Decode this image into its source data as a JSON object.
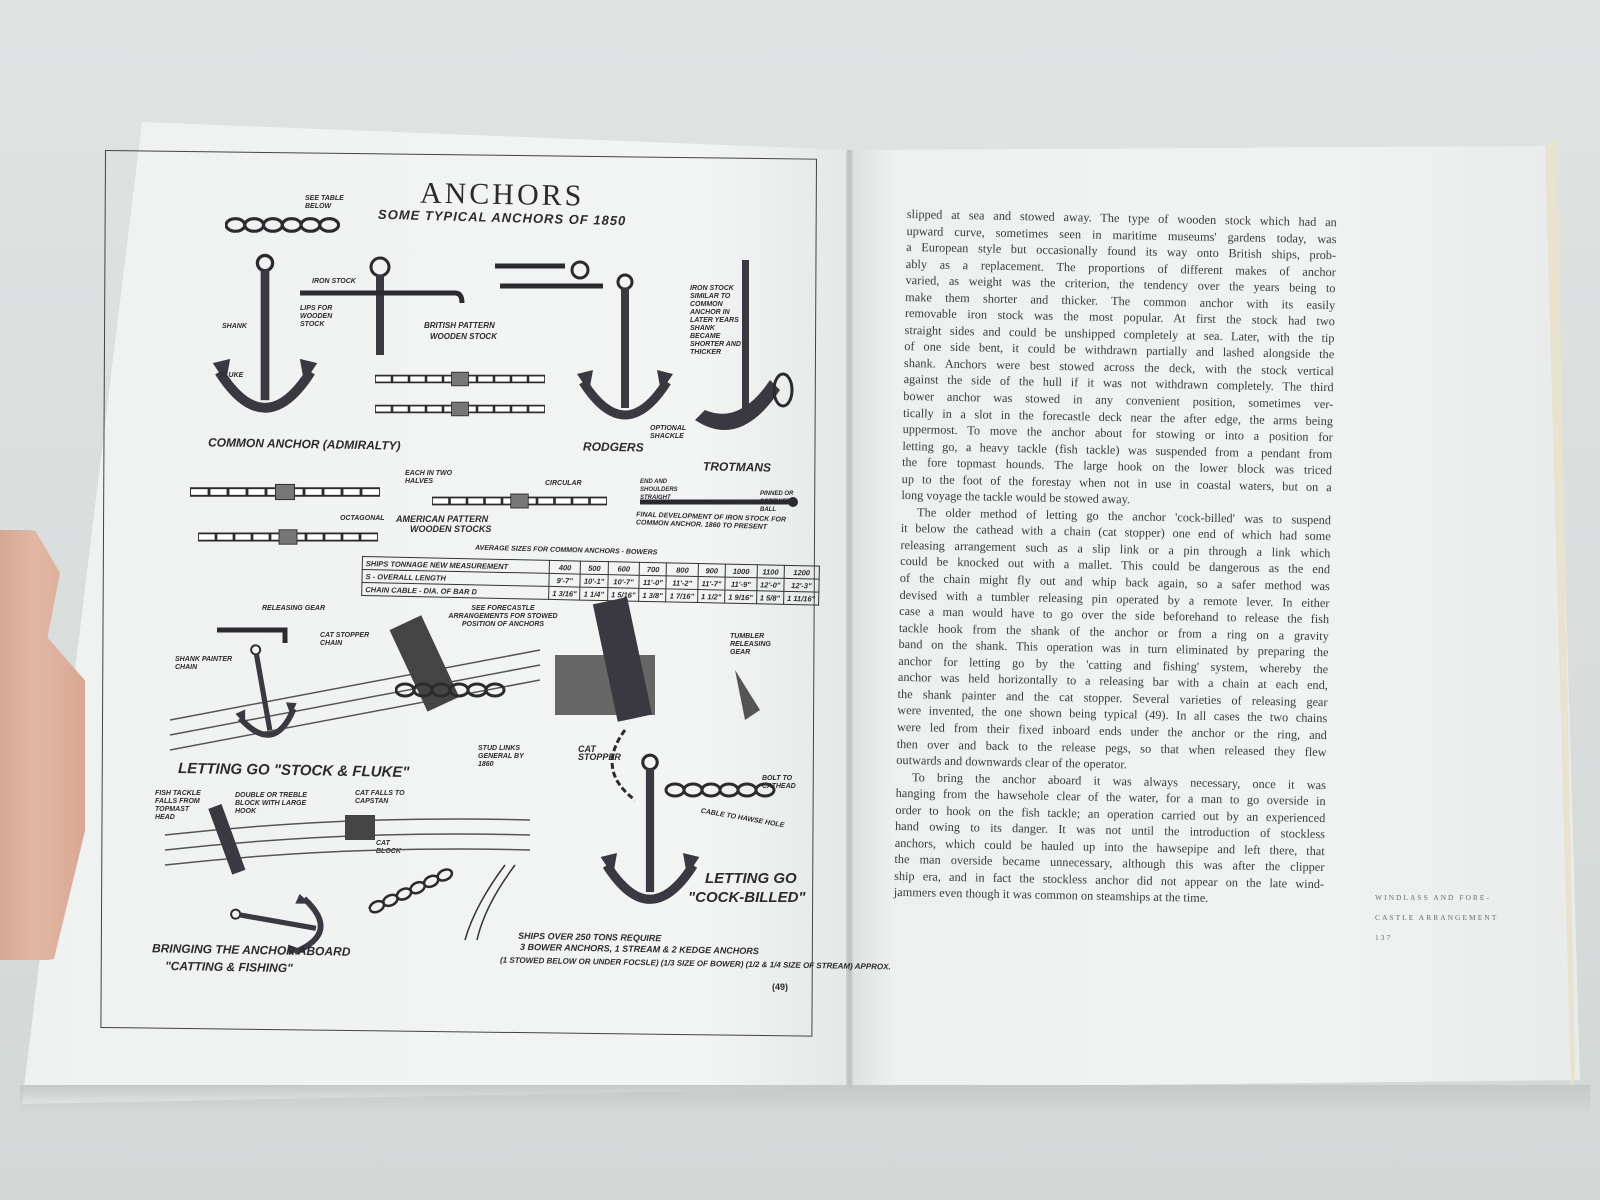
{
  "left_page": {
    "title": "ANCHORS",
    "subtitle": "SOME TYPICAL ANCHORS OF 1850",
    "labels": {
      "see_table": "SEE TABLE BELOW",
      "common_anchor": "COMMON ANCHOR (ADMIRALTY)",
      "iron_stock": "IRON STOCK",
      "lips": "LIPS FOR WOODEN STOCK",
      "shank": "SHANK",
      "fluke": "FLUKE",
      "british_pattern": "BRITISH PATTERN",
      "wooden_stock": "WOODEN STOCK",
      "rodgers": "RODGERS",
      "optional_shackle": "OPTIONAL SHACKLE",
      "trotmans": "TROTMANS",
      "trotman_note": "IRON STOCK SIMILAR TO COMMON ANCHOR IN LATER YEARS SHANK BECAME SHORTER AND THICKER",
      "each_in_two_halves": "EACH IN TWO HALVES",
      "circular": "CIRCULAR",
      "octagonal": "OCTAGONAL",
      "american_pattern": "AMERICAN PATTERN",
      "wooden_stocks": "WOODEN STOCKS",
      "final_development": "FINAL DEVELOPMENT OF IRON STOCK FOR COMMON ANCHOR. 1860 TO PRESENT",
      "ends_straight": "END AND SHOULDERS STRAIGHT",
      "pinned_ball": "PINNED OR SCREWED BALL",
      "releasing_gear": "RELEASING GEAR",
      "see_forecastle": "SEE FORECASTLE ARRANGEMENTS FOR STOWED POSITION OF ANCHORS",
      "cat_stopper_chain": "CAT STOPPER CHAIN",
      "shank_painter": "SHANK PAINTER CHAIN",
      "stud_links": "STUD LINKS GENERAL BY 1860",
      "letting_go_stock": "LETTING GO \"STOCK & FLUKE\"",
      "cat_stopper": "CAT STOPPER",
      "tumbler": "TUMBLER RELEASING GEAR",
      "bolt_cathead": "BOLT TO CATHEAD",
      "cable_hawse": "CABLE TO HAWSE HOLE",
      "letting_go_cock_1": "LETTING GO",
      "letting_go_cock_2": "\"COCK-BILLED\"",
      "fish_tackle": "FISH TACKLE FALLS FROM TOPMAST HEAD",
      "double_block": "DOUBLE OR TREBLE BLOCK WITH LARGE HOOK",
      "cat_falls": "CAT FALLS TO CAPSTAN",
      "cat_block": "CAT BLOCK",
      "bringing_1": "BRINGING THE ANCHOR ABOARD",
      "bringing_2": "\"CATTING & FISHING\"",
      "ships_note_1": "SHIPS OVER 250 TONS REQUIRE",
      "ships_note_2": "3 BOWER ANCHORS, 1 STREAM & 2 KEDGE ANCHORS",
      "ships_note_3": "(1 Stowed below or under Focsle) (1/3 size of Bower) (1/2 & 1/4 size of Stream) Approx.",
      "figure_number": "(49)"
    },
    "table": {
      "caption": "AVERAGE SIZES FOR COMMON ANCHORS - BOWERS",
      "rows": [
        {
          "label": "SHIPS TONNAGE NEW MEASUREMENT",
          "values": [
            "400",
            "500",
            "600",
            "700",
            "800",
            "900",
            "1000",
            "1100",
            "1200"
          ]
        },
        {
          "label": "S - OVERALL LENGTH",
          "values": [
            "9'-7\"",
            "10'-1\"",
            "10'-7\"",
            "11'-0\"",
            "11'-2\"",
            "11'-7\"",
            "11'-9\"",
            "12'-0\"",
            "12'-3\""
          ]
        },
        {
          "label": "CHAIN CABLE - DIA. OF BAR D",
          "values": [
            "1 3/16\"",
            "1 1/4\"",
            "1 5/16\"",
            "1 3/8\"",
            "1 7/16\"",
            "1 1/2\"",
            "1 9/16\"",
            "1 5/8\"",
            "1 11/16\""
          ]
        }
      ]
    }
  },
  "right_page": {
    "paragraphs": [
      [
        "slipped at sea and stowed away. The type of wooden stock which had an",
        "upward curve, sometimes seen in maritime museums' gardens today, was",
        "a European style but occasionally found its way onto British ships, prob-",
        "ably as a replacement. The proportions of different makes of anchor",
        "varied, as weight was the criterion, the tendency over the years being to",
        "make them shorter and thicker. The common anchor with its easily",
        "removable iron stock was the most popular. At first the stock had two",
        "straight sides and could be unshipped completely at sea. Later, with the tip",
        "of one side bent, it could be withdrawn partially and lashed alongside the",
        "shank. Anchors were best stowed across the deck, with the stock vertical",
        "against the side of the hull if it was not withdrawn completely. The third",
        "bower anchor was stowed in any convenient position, sometimes ver-",
        "tically in a slot in the forecastle deck near the after edge, the arms being",
        "uppermost. To move the anchor about for stowing or into a position for",
        "letting go, a heavy tackle (fish tackle) was suspended from a pendant from",
        "the fore topmast hounds. The large hook on the lower block was triced",
        "up to the foot of the forestay when not in use in coastal waters, but on a",
        "long voyage the tackle would be stowed away."
      ],
      [
        "The older method of letting go the anchor 'cock-billed' was to suspend",
        "it below the cathead with a chain (cat stopper) one end of which had some",
        "releasing arrangement such as a slip link or a pin through a link which",
        "could be knocked out with a mallet. This could be dangerous as the end",
        "of the chain might fly out and whip back again, so a safer method was",
        "devised with a tumbler releasing pin operated by a remote lever. In either",
        "case a man would have to go over the side beforehand to release the fish",
        "tackle hook from the shank of the anchor or from a ring on a gravity",
        "band on the shank. This operation was in turn eliminated by preparing the",
        "anchor for letting go by the 'catting and fishing' system, whereby the",
        "anchor was held horizontally to a releasing bar with a chain at each end,",
        "the shank painter and the cat stopper. Several varieties of releasing gear",
        "were invented, the one shown being typical (49). In all cases the two chains",
        "were led from their fixed inboard ends under the anchor or the ring, and",
        "then over and back to the release pegs, so that when released they flew",
        "outwards and downwards clear of the operator."
      ],
      [
        "To bring the anchor aboard it was always necessary, once it was",
        "hanging from the hawsehole clear of the water, for a man to go overside in",
        "order to hook on the fish tackle; an operation carried out by an experienced",
        "hand owing to its danger. It was not until the introduction of stockless",
        "anchors, which could be hauled up into the hawsepipe and left there, that",
        "the man overside became unnecessary, although this was after the clipper",
        "ship era, and in fact the stockless anchor did not appear on the late wind-",
        "jammers even though it was common on steamships at the time."
      ]
    ],
    "sidenote": [
      "WINDLASS AND FORE-",
      "CASTLE ARRANGEMENT"
    ],
    "page_number": "137"
  }
}
